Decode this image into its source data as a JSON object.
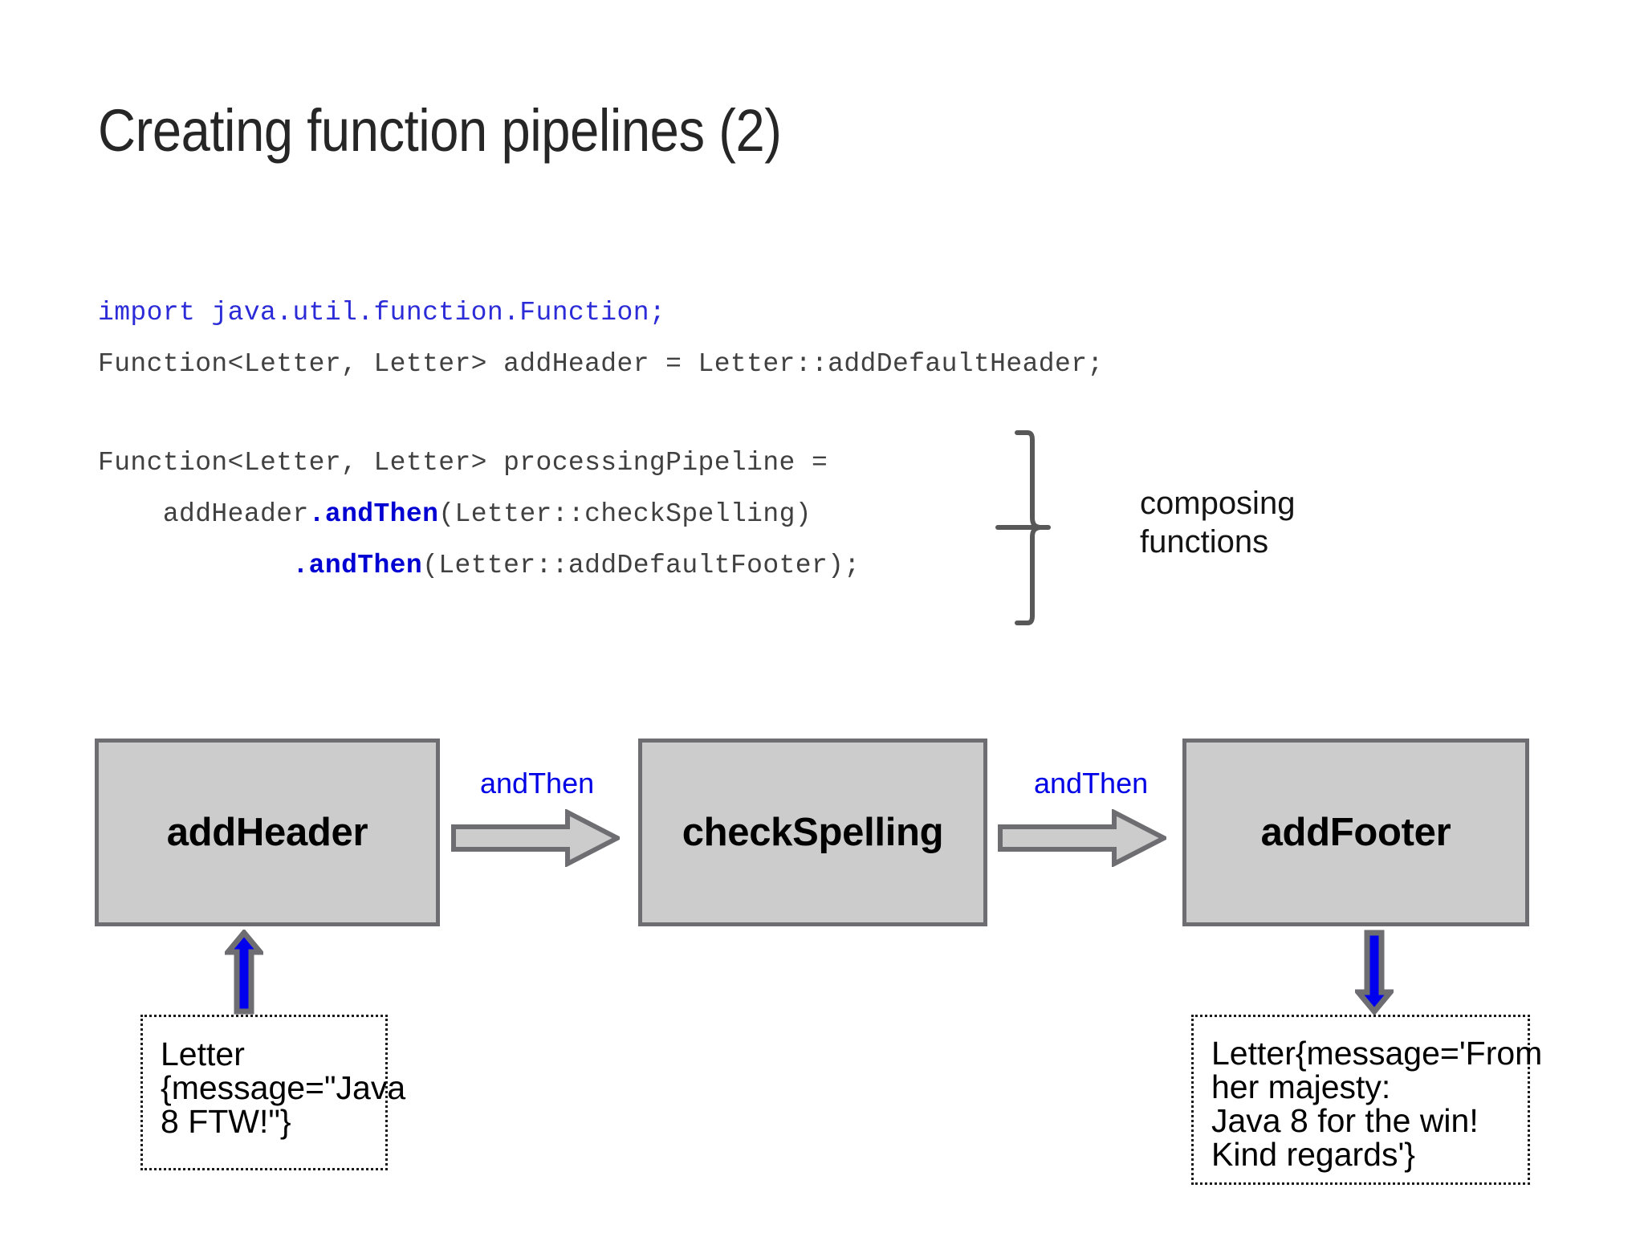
{
  "slide": {
    "title": "Creating function pipelines (2)",
    "background_color": "#ffffff",
    "title_color": "#262626"
  },
  "code": {
    "top": {
      "import_line": "import java.util.function.Function;",
      "declaration_line": "Function<Letter, Letter> addHeader = Letter::addDefaultHeader;"
    },
    "bottom": {
      "line1": "Function<Letter, Letter> processingPipeline =",
      "line2_prefix": "    addHeader",
      "line2_keyword": ".andThen",
      "line2_suffix": "(Letter::checkSpelling)",
      "line3_indent": "            ",
      "line3_keyword": ".andThen",
      "line3_suffix": "(Letter::addDefaultFooter);"
    },
    "keyword_color": "#0000d2",
    "import_color": "#2b2bd8",
    "text_color": "#404040"
  },
  "annotation": {
    "brace_label": "composing\nfunctions",
    "brace_color": "#585858"
  },
  "pipeline": {
    "boxes": [
      {
        "id": "addheader",
        "label": "addHeader"
      },
      {
        "id": "checkspelling",
        "label": "checkSpelling"
      },
      {
        "id": "addfooter",
        "label": "addFooter"
      }
    ],
    "edges": [
      {
        "label": "andThen"
      },
      {
        "label": "andThen"
      }
    ],
    "box_fill": "#cccccc",
    "box_border": "#6e6e72",
    "edge_label_color": "#0000e6",
    "arrow_fill": "#cccccc",
    "arrow_border": "#6e6e72"
  },
  "notes": {
    "input": {
      "text": "Letter\n{message=\"Java\n8 FTW!\"}",
      "arrow_direction": "up",
      "arrow_color": "#0000ee"
    },
    "output": {
      "text": "Letter{message='From\nher majesty:\nJava 8 for the win!\nKind regards'}",
      "arrow_direction": "down",
      "arrow_color": "#0000ee"
    },
    "border_style": "dotted"
  },
  "chart_data": {
    "type": "diagram",
    "title": "Creating function pipelines (2)",
    "nodes": [
      "addHeader",
      "checkSpelling",
      "addFooter"
    ],
    "edges": [
      {
        "from": "addHeader",
        "to": "checkSpelling",
        "label": "andThen"
      },
      {
        "from": "checkSpelling",
        "to": "addFooter",
        "label": "andThen"
      }
    ],
    "input": "Letter{message=\"Java 8 FTW!\"}",
    "output": "Letter{message='From her majesty: Java 8 for the win! Kind regards'}"
  }
}
